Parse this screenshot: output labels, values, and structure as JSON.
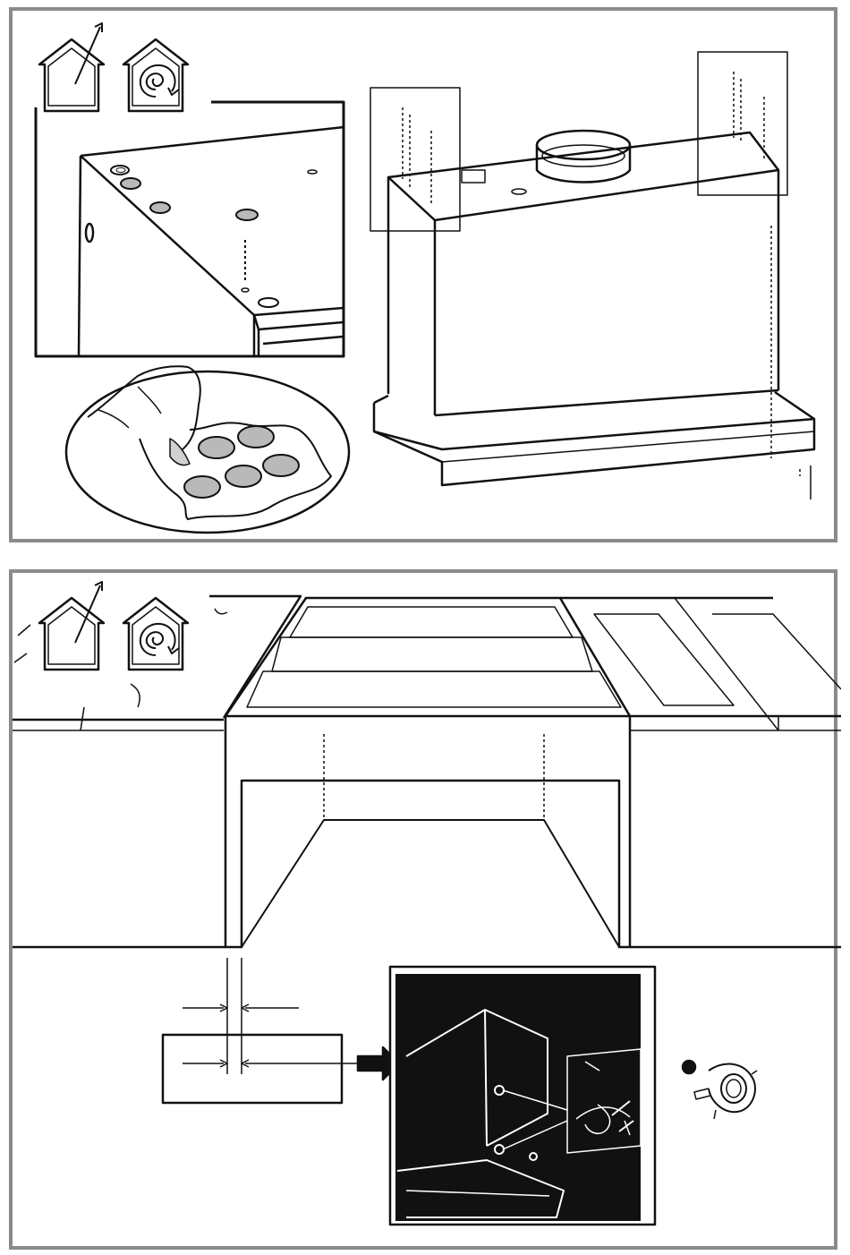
{
  "document": {
    "panels": [
      {
        "id": "top",
        "icons": [
          "duct-out-house-icon",
          "recirculation-house-icon"
        ],
        "illustration": "cooker-hood-top-view-with-adhesive-pads"
      },
      {
        "id": "bottom",
        "icons": [
          "duct-out-house-icon",
          "recirculation-house-icon"
        ],
        "illustration": "hood-installed-in-wall-cabinet-with-fixing-detail"
      }
    ],
    "colors": {
      "frame": "#8a8a8a",
      "line": "#111111",
      "pad": "#b9b9b9",
      "inset_bg": "#111111"
    }
  }
}
